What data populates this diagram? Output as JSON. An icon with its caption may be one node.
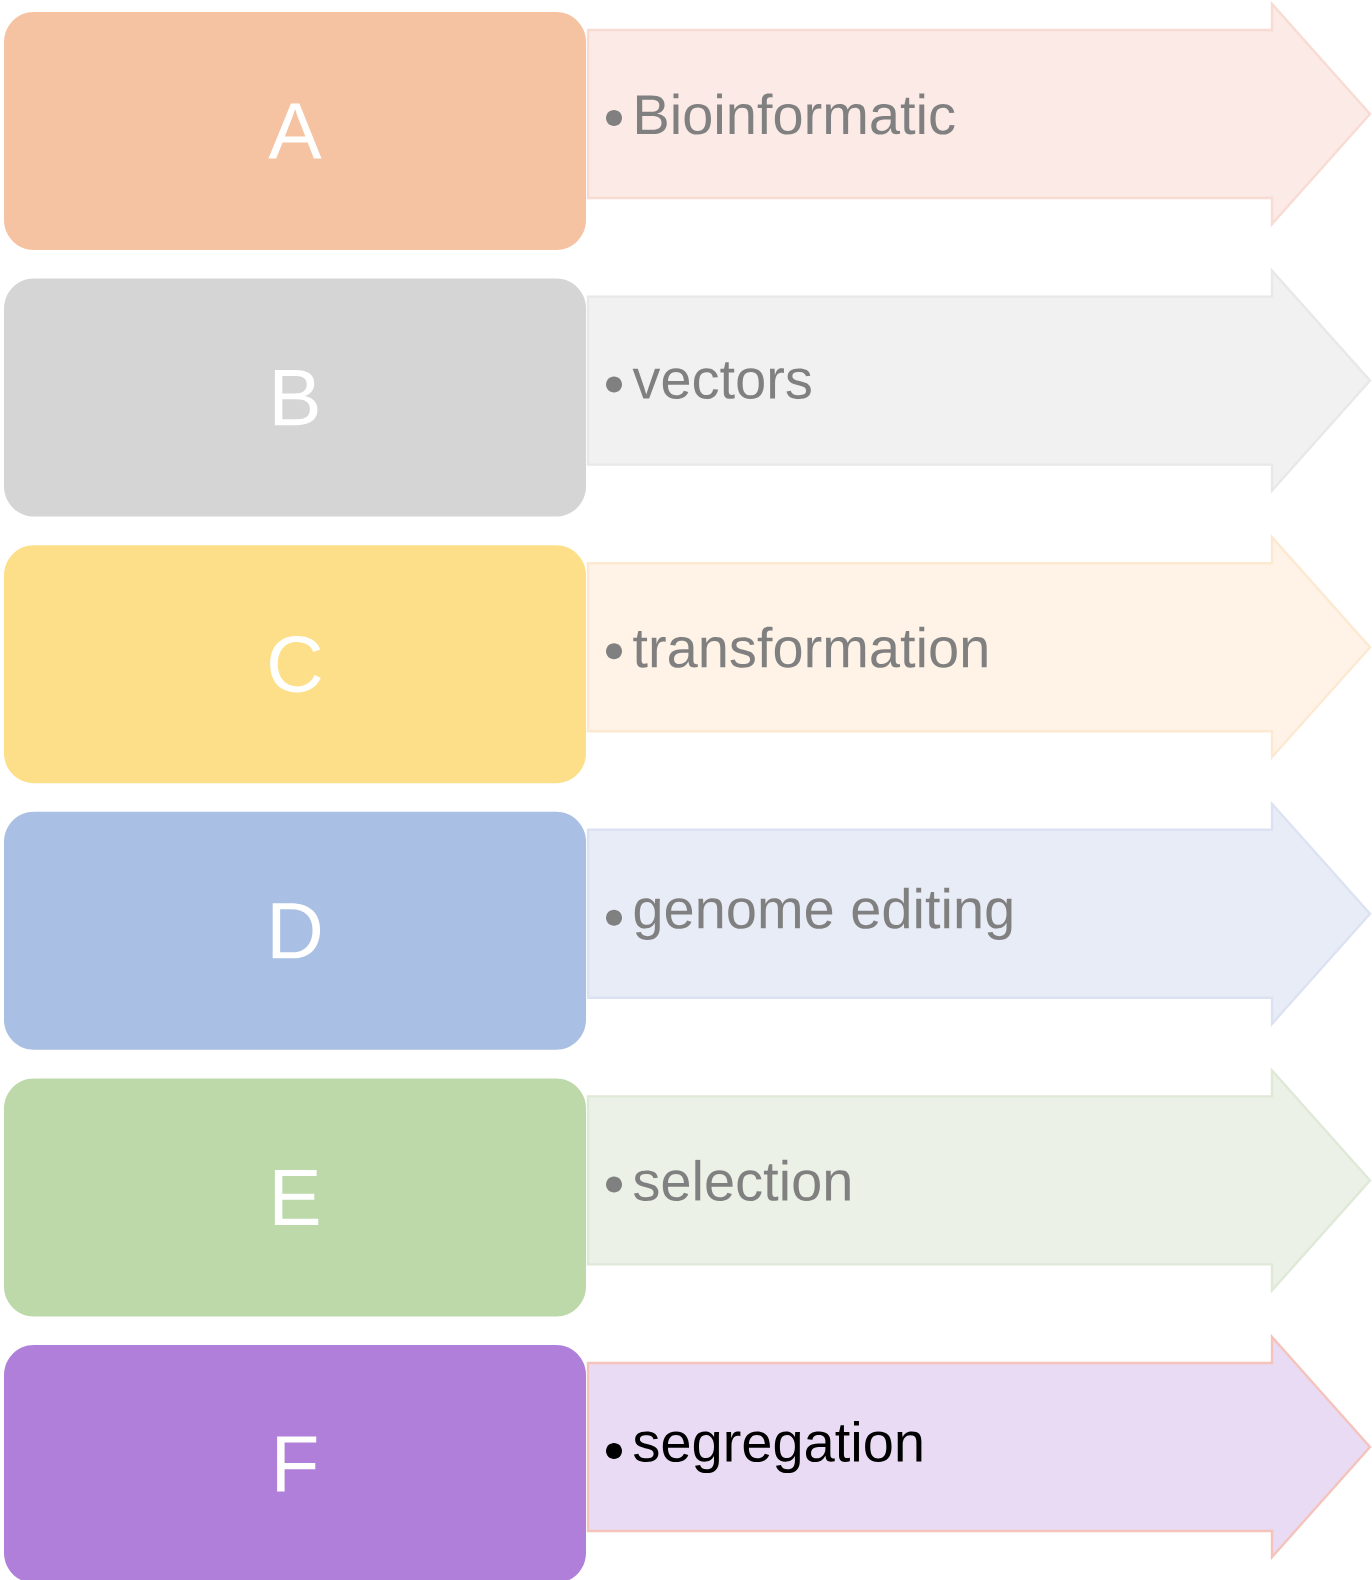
{
  "diagram": {
    "nodes": [
      {
        "text": [
          "A"
        ]
      },
      {
        "text": [
          "Bioinformatic"
        ]
      },
      {
        "text": [
          "B"
        ]
      },
      {
        "text": [
          "vectors"
        ]
      },
      {
        "text": [
          "C"
        ]
      },
      {
        "text": [
          "transformation"
        ]
      },
      {
        "text": [
          "D"
        ]
      },
      {
        "text": [
          "genome editing"
        ]
      },
      {
        "text": [
          "E"
        ]
      },
      {
        "text": [
          "selection"
        ]
      },
      {
        "text": [
          "F"
        ]
      },
      {
        "text": [
          "segregation"
        ]
      }
    ]
  }
}
